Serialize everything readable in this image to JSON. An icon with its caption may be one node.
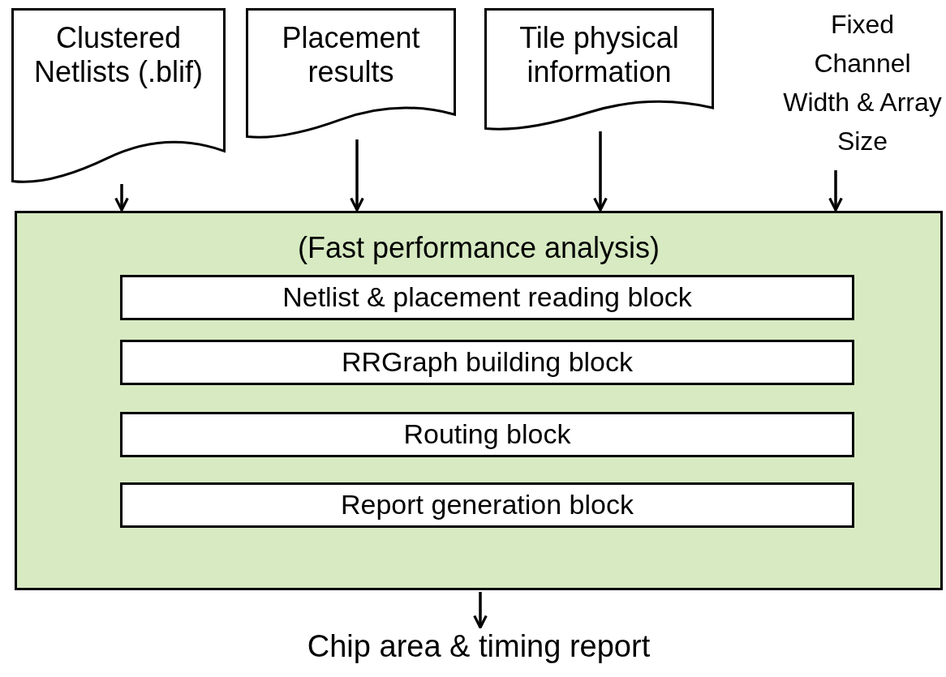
{
  "diagram": {
    "nodes": [
      {
        "text": [
          "Clustered Netlists (.blif)"
        ]
      },
      {
        "text": [
          "Placement results"
        ]
      },
      {
        "text": [
          "Tile physical information"
        ]
      },
      {
        "text": [
          "Fixed Channel Width & Array Size"
        ]
      },
      {
        "text": [
          "(Fast performance analysis)"
        ]
      },
      {
        "text": [
          "Netlist & placement reading block"
        ],
        "in": 4
      },
      {
        "text": [
          "RRGraph building block"
        ],
        "in": 4
      },
      {
        "text": [
          "Routing block"
        ],
        "in": 4
      },
      {
        "text": [
          "Report generation block"
        ],
        "in": 4
      },
      {
        "text": [
          "Chip area & timing report"
        ]
      }
    ],
    "edges": [
      {
        "from": 0,
        "to": 4,
        "arrow": "to"
      },
      {
        "from": 1,
        "to": 4,
        "arrow": "to"
      },
      {
        "from": 2,
        "to": 4,
        "arrow": "to"
      },
      {
        "from": 3,
        "to": 4,
        "arrow": "to"
      },
      {
        "from": 4,
        "to": 9,
        "arrow": "to"
      }
    ]
  }
}
